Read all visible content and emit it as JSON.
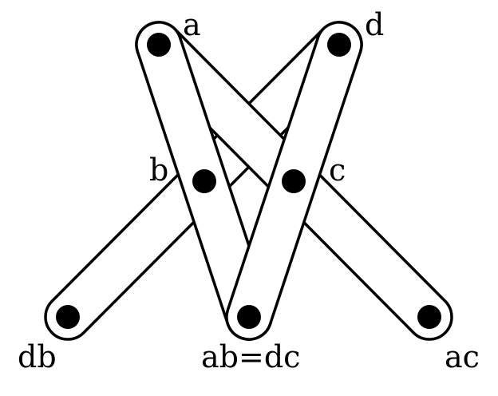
{
  "colors": {
    "stroke": "#000000",
    "fill": "#ffffff",
    "point": "#000000"
  },
  "points": [
    {
      "id": "a",
      "label": "a"
    },
    {
      "id": "d",
      "label": "d"
    },
    {
      "id": "b",
      "label": "b"
    },
    {
      "id": "c",
      "label": "c"
    },
    {
      "id": "db",
      "label": "db"
    },
    {
      "id": "abdc",
      "label": "ab=dc"
    },
    {
      "id": "ac",
      "label": "ac"
    }
  ],
  "lines": [
    {
      "id": "line-d-db",
      "from": "d",
      "to": "db"
    },
    {
      "id": "line-a-ac",
      "from": "a",
      "to": "ac"
    },
    {
      "id": "line-a-abdc",
      "from": "a",
      "to": "abdc"
    },
    {
      "id": "line-d-abdc",
      "from": "d",
      "to": "abdc"
    }
  ]
}
